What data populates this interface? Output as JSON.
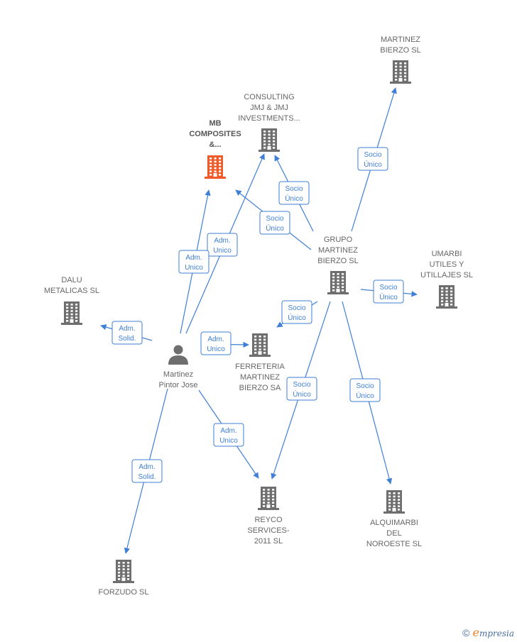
{
  "colors": {
    "edge": "#3f7fd6",
    "building": "#6e6e6e",
    "building_highlight": "#f05a28",
    "person": "#6e6e6e"
  },
  "nodes": [
    {
      "id": "martinez-bierzo",
      "type": "building",
      "lines": [
        "MARTINEZ",
        "BIERZO SL"
      ]
    },
    {
      "id": "consulting-jmj",
      "type": "building",
      "lines": [
        "CONSULTING",
        "JMJ & JMJ",
        "INVESTMENTS..."
      ]
    },
    {
      "id": "mb-composites",
      "type": "building-highlight",
      "lines": [
        "MB",
        "COMPOSITES",
        "&..."
      ]
    },
    {
      "id": "grupo-martinez",
      "type": "building",
      "lines": [
        "GRUPO",
        "MARTINEZ",
        "BIERZO  SL"
      ]
    },
    {
      "id": "umarbi",
      "type": "building",
      "lines": [
        "UMARBI",
        "UTILES Y",
        "UTILLAJES  SL"
      ]
    },
    {
      "id": "dalu",
      "type": "building",
      "lines": [
        "DALU",
        "METALICAS  SL"
      ]
    },
    {
      "id": "ferreteria",
      "type": "building",
      "lines": [
        "FERRETERIA",
        "MARTINEZ",
        "BIERZO SA"
      ]
    },
    {
      "id": "person",
      "type": "person",
      "lines": [
        "Martinez",
        "Pintor Jose"
      ]
    },
    {
      "id": "reyco",
      "type": "building",
      "lines": [
        "REYCO",
        "SERVICES-",
        "2011 SL"
      ]
    },
    {
      "id": "alquimarbi",
      "type": "building",
      "lines": [
        "ALQUIMARBI",
        "DEL",
        "NOROESTE  SL"
      ]
    },
    {
      "id": "forzudo",
      "type": "building",
      "lines": [
        "FORZUDO  SL"
      ]
    }
  ],
  "edges": [
    {
      "from": "grupo-martinez",
      "to": "martinez-bierzo",
      "lines": [
        "Socio",
        "Único"
      ]
    },
    {
      "from": "grupo-martinez",
      "to": "consulting-jmj",
      "lines": [
        "Socio",
        "Único"
      ]
    },
    {
      "from": "grupo-martinez",
      "to": "mb-composites",
      "lines": [
        "Socio",
        "Único"
      ]
    },
    {
      "from": "grupo-martinez",
      "to": "umarbi",
      "lines": [
        "Socio",
        "Único"
      ]
    },
    {
      "from": "grupo-martinez",
      "to": "ferreteria",
      "lines": [
        "Socio",
        "Único"
      ]
    },
    {
      "from": "grupo-martinez",
      "to": "reyco",
      "lines": [
        "Socio",
        "Único"
      ]
    },
    {
      "from": "grupo-martinez",
      "to": "alquimarbi",
      "lines": [
        "Socio",
        "Único"
      ]
    },
    {
      "from": "person",
      "to": "consulting-jmj",
      "lines": [
        "Adm.",
        "Unico"
      ]
    },
    {
      "from": "person",
      "to": "mb-composites",
      "lines": [
        "Adm.",
        "Unico"
      ]
    },
    {
      "from": "person",
      "to": "dalu",
      "lines": [
        "Adm.",
        "Solid."
      ]
    },
    {
      "from": "person",
      "to": "ferreteria",
      "lines": [
        "Adm.",
        "Unico"
      ]
    },
    {
      "from": "person",
      "to": "reyco",
      "lines": [
        "Adm.",
        "Unico"
      ]
    },
    {
      "from": "person",
      "to": "forzudo",
      "lines": [
        "Adm.",
        "Solid."
      ]
    }
  ],
  "footer": {
    "copyright": "©",
    "brand_initial": "e",
    "brand_rest": "mpresia"
  }
}
